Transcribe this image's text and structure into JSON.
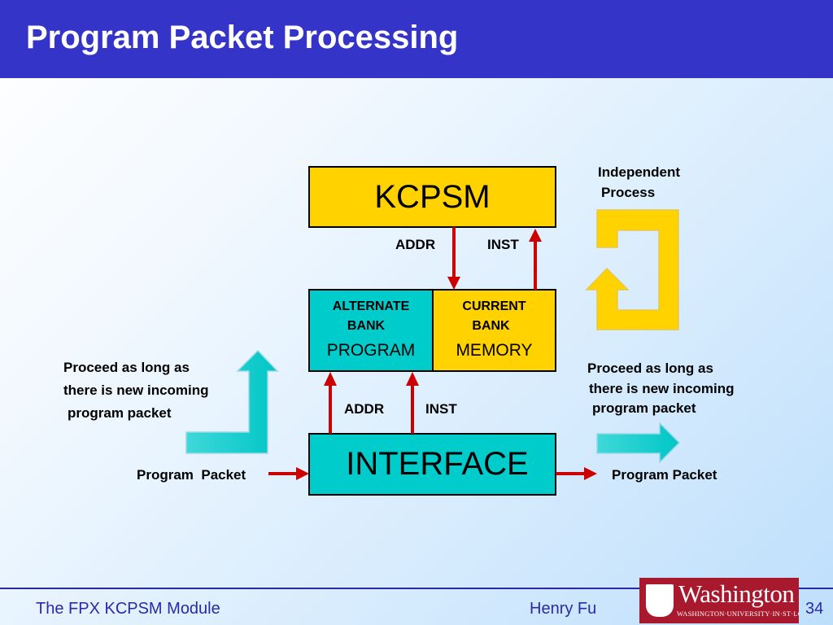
{
  "slide": {
    "title": "Program Packet Processing"
  },
  "diagram": {
    "kcpsm_label": "KCPSM",
    "memory": {
      "alternate_line1": "ALTERNATE",
      "alternate_line2": "BANK",
      "alternate_line3": "PROGRAM",
      "current_line1": "CURRENT",
      "current_line2": "BANK",
      "current_line3": "MEMORY"
    },
    "interface_label": "INTERFACE",
    "signals": {
      "top_addr": "ADDR",
      "top_inst": "INST",
      "bottom_addr": "ADDR",
      "bottom_inst": "INST"
    },
    "independent_process": {
      "line1": "Independent",
      "line2": "Process"
    },
    "left_note": {
      "line1": "Proceed as long as",
      "line2": "there is new incoming",
      "line3": "program packet"
    },
    "right_note": {
      "line1": "Proceed as long as",
      "line2": "there is new incoming",
      "line3": "program packet"
    },
    "input_label": "Program  Packet",
    "output_label": "Program Packet"
  },
  "footer": {
    "module_name": "The FPX KCPSM Module",
    "author": "Henry Fu",
    "page_number": "34",
    "logo_text": "Washington",
    "logo_subtext": "WASHINGTON·UNIVERSITY·IN·ST·LOUIS"
  },
  "colors": {
    "title_bar": "#3434c8",
    "kcpsm_box": "#ffd200",
    "program_bank": "#00cccc",
    "memory_bank": "#ffd200",
    "interface_box": "#00cccc",
    "signal_arrow": "#cc0000",
    "logo_red": "#a8192e"
  }
}
